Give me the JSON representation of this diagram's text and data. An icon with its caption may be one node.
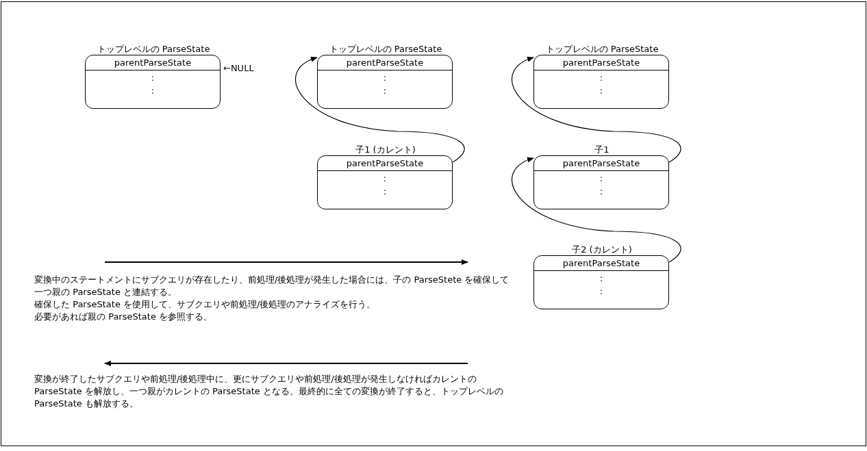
{
  "diagram": {
    "nodes": [
      {
        "text": [
          "トップレベルの ParseState",
          "parentParseState",
          ":",
          ":"
        ]
      },
      {
        "text": [
          "トップレベルの ParseState",
          "parentParseState",
          ":",
          ":"
        ]
      },
      {
        "text": [
          "子1 (カレント)",
          "parentParseState",
          ":",
          ":"
        ]
      },
      {
        "text": [
          "トップレベルの ParseState",
          "parentParseState",
          ":",
          ":"
        ]
      },
      {
        "text": [
          "子1",
          "parentParseState",
          ":",
          ":"
        ]
      },
      {
        "text": [
          "子2 (カレント)",
          "parentParseState",
          ":",
          ":"
        ]
      }
    ],
    "edges": [
      {
        "from": 2,
        "to": 1,
        "arrow": "to"
      },
      {
        "from": 4,
        "to": 3,
        "arrow": "to"
      },
      {
        "from": 5,
        "to": 4,
        "arrow": "to"
      }
    ],
    "labels": [
      "←NULL",
      "変換中のステートメントにサブクエリが存在したり、前処理/後処理が発生した場合には、子の ParseStete を確保して一つ親の ParseState と連結する。",
      "確保した ParseState を使用して、サブクエリや前処理/後処理のアナライズを行う。",
      "必要があれば親の ParseState を参照する。",
      "変換が終了したサブクエリや前処理/後処理中に、更にサブクエリや前処理/後処理が発生しなければカレントの ParseState を解放し、一つ親がカレントの ParseState となる。最終的に全ての変換が終了すると、トップレベルの ParseState も解放する。"
    ]
  }
}
